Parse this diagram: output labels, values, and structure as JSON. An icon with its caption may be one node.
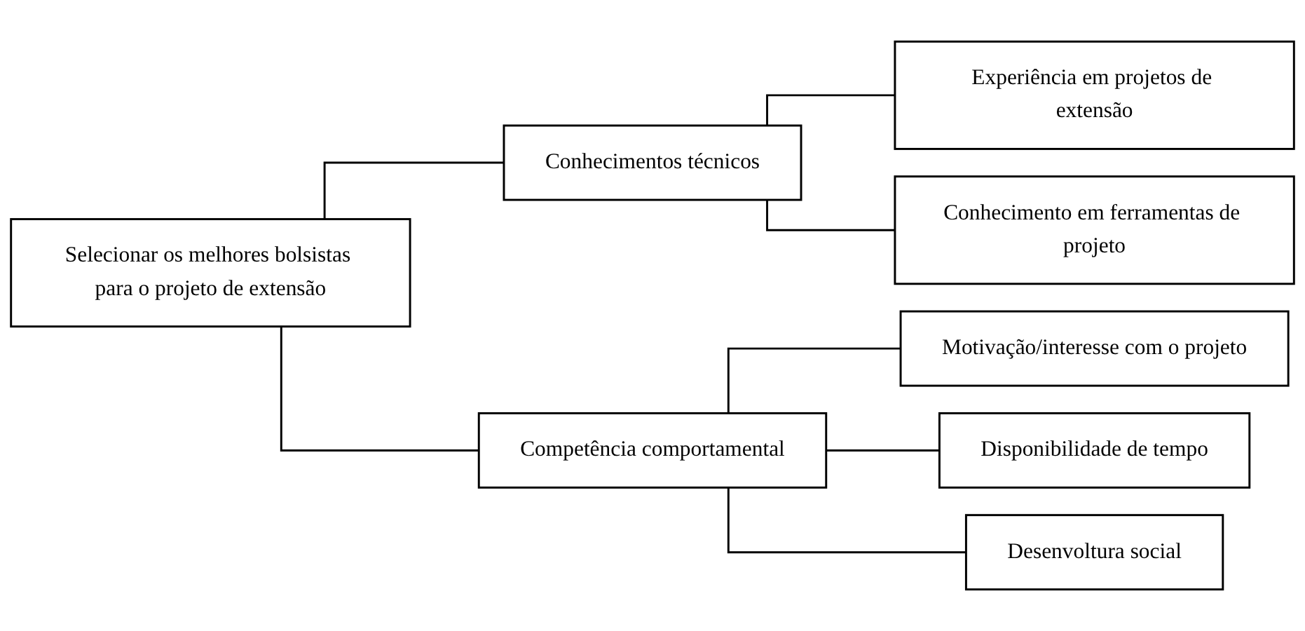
{
  "diagram": {
    "nodes": [
      {
        "text": [
          "Selecionar os melhores bolsistas para o projeto de extensão"
        ]
      },
      {
        "text": [
          "Conhecimentos técnicos"
        ]
      },
      {
        "text": [
          "Competência comportamental"
        ]
      },
      {
        "text": [
          "Experiência em projetos de extensão"
        ]
      },
      {
        "text": [
          "Conhecimento em ferramentas de projeto"
        ]
      },
      {
        "text": [
          "Motivação/interesse com o projeto"
        ]
      },
      {
        "text": [
          "Disponibilidade de tempo"
        ]
      },
      {
        "text": [
          "Desenvoltura social"
        ]
      }
    ],
    "edges": [
      {
        "from": 0,
        "to": 1,
        "arrow": "none"
      },
      {
        "from": 0,
        "to": 2,
        "arrow": "none"
      },
      {
        "from": 1,
        "to": 3,
        "arrow": "none"
      },
      {
        "from": 1,
        "to": 4,
        "arrow": "none"
      },
      {
        "from": 2,
        "to": 5,
        "arrow": "none"
      },
      {
        "from": 2,
        "to": 6,
        "arrow": "none"
      },
      {
        "from": 2,
        "to": 7,
        "arrow": "none"
      }
    ]
  }
}
